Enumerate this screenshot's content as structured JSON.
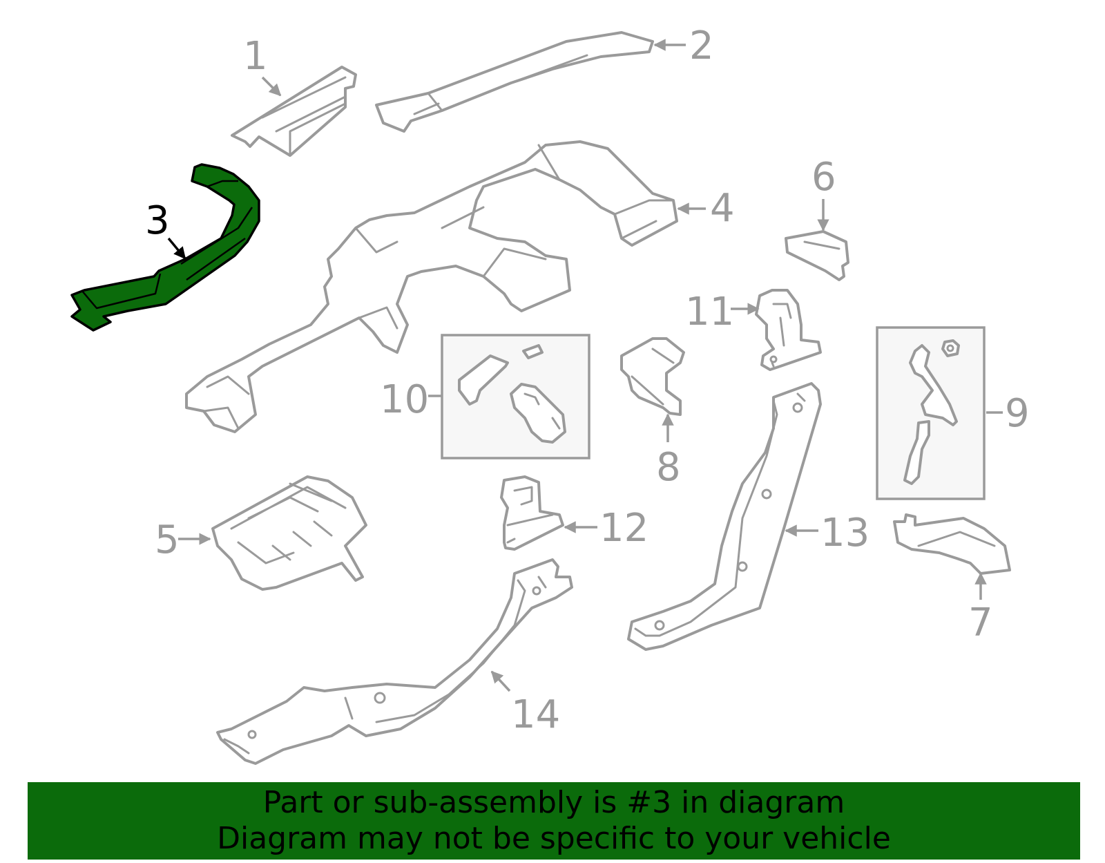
{
  "highlight_color": "#0b6b0b",
  "callouts": [
    {
      "id": "1",
      "label": "1"
    },
    {
      "id": "2",
      "label": "2"
    },
    {
      "id": "3",
      "label": "3"
    },
    {
      "id": "4",
      "label": "4"
    },
    {
      "id": "5",
      "label": "5"
    },
    {
      "id": "6",
      "label": "6"
    },
    {
      "id": "7",
      "label": "7"
    },
    {
      "id": "8",
      "label": "8"
    },
    {
      "id": "9",
      "label": "9"
    },
    {
      "id": "10",
      "label": "10"
    },
    {
      "id": "11",
      "label": "11"
    },
    {
      "id": "12",
      "label": "12"
    },
    {
      "id": "13",
      "label": "13"
    },
    {
      "id": "14",
      "label": "14"
    }
  ],
  "highlighted_part": "3",
  "banner": {
    "line1": "Part or sub-assembly is #3 in diagram",
    "line2": "Diagram may not be specific to your vehicle"
  }
}
